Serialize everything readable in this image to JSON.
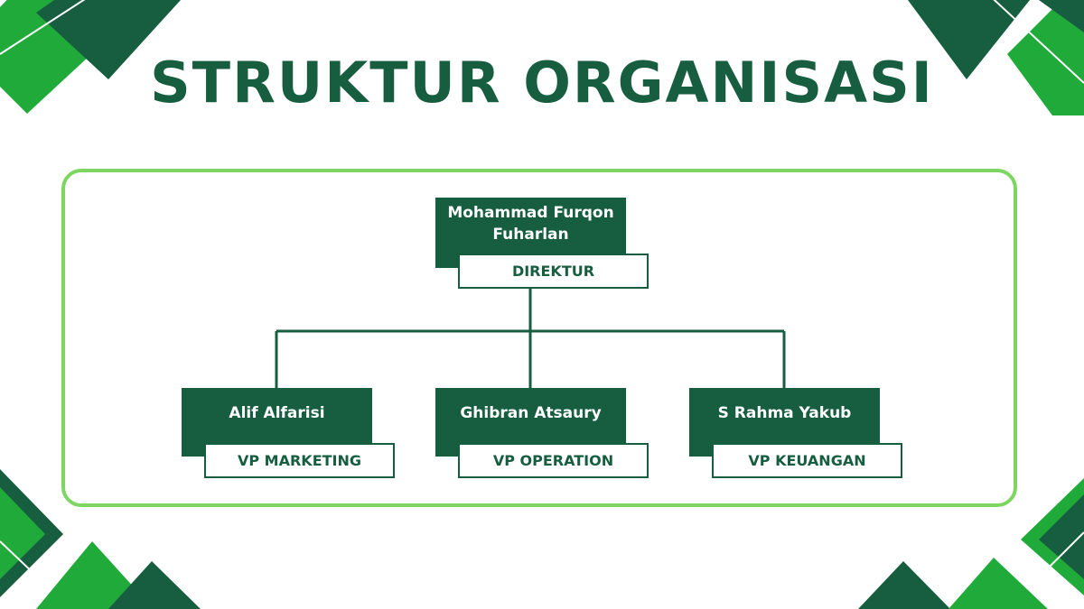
{
  "title": "STRUKTUR ORGANISASI",
  "colors": {
    "dark_green": "#165e3f",
    "bright_green": "#1faa3a",
    "frame_green": "#7ed662"
  },
  "org_chart": {
    "root": {
      "name": "Mohammad Furqon Fuharlan",
      "role": "DIREKTUR"
    },
    "children": [
      {
        "name": "Alif Alfarisi",
        "role": "VP MARKETING"
      },
      {
        "name": "Ghibran Atsaury",
        "role": "VP OPERATION"
      },
      {
        "name": "S Rahma Yakub",
        "role": "VP KEUANGAN"
      }
    ]
  }
}
